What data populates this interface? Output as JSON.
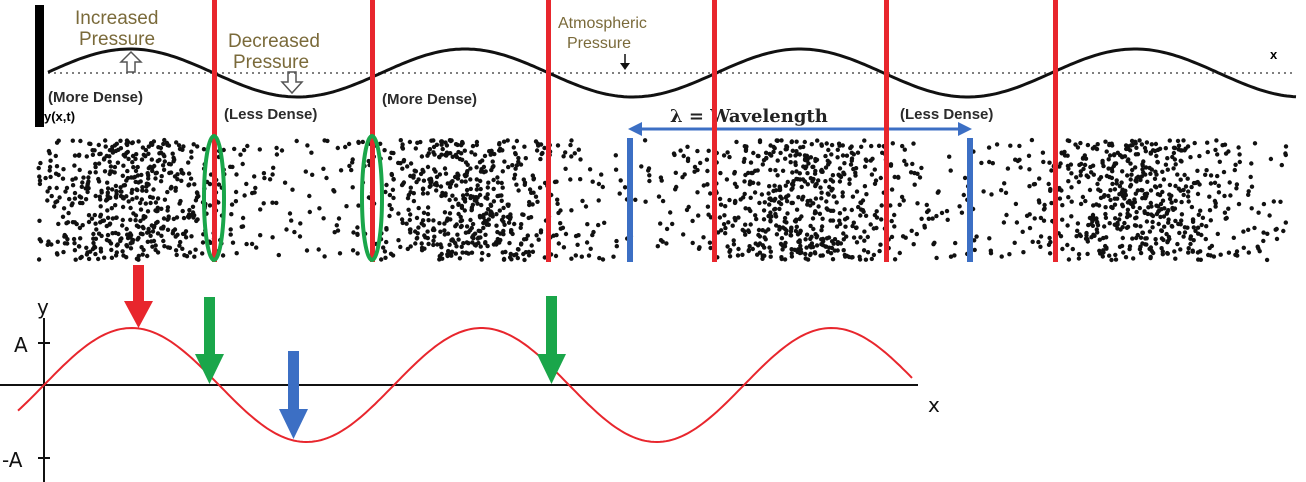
{
  "top_labels": {
    "increased_pressure": [
      "Increased",
      "Pressure"
    ],
    "decreased_pressure": [
      "Decreased",
      "Pressure"
    ],
    "atmospheric_pressure": [
      "Atmospheric",
      "Pressure"
    ],
    "x_label": "x",
    "y_label": "y(x,t)",
    "more_dense_1": "(More Dense)",
    "less_dense_1": "(Less Dense)",
    "more_dense_2": "(More Dense)",
    "less_dense_2": "(Less Dense)",
    "wavelength": "λ = Wavelength"
  },
  "bottom_graph": {
    "y_axis_label": "y",
    "x_axis_label": "x",
    "amplitude_pos": "A",
    "amplitude_neg": "-A"
  },
  "colors": {
    "marker_red": "#e8262d",
    "marker_green": "#1aa64a",
    "marker_blue": "#3c6fc4",
    "wave_red": "#e8262d",
    "dots": "#111111",
    "label_tan": "#7a6a3a"
  },
  "icons": [
    "down-arrow-red",
    "down-arrow-green",
    "down-arrow-blue",
    "double-arrow-blue",
    "ellipse-green"
  ]
}
